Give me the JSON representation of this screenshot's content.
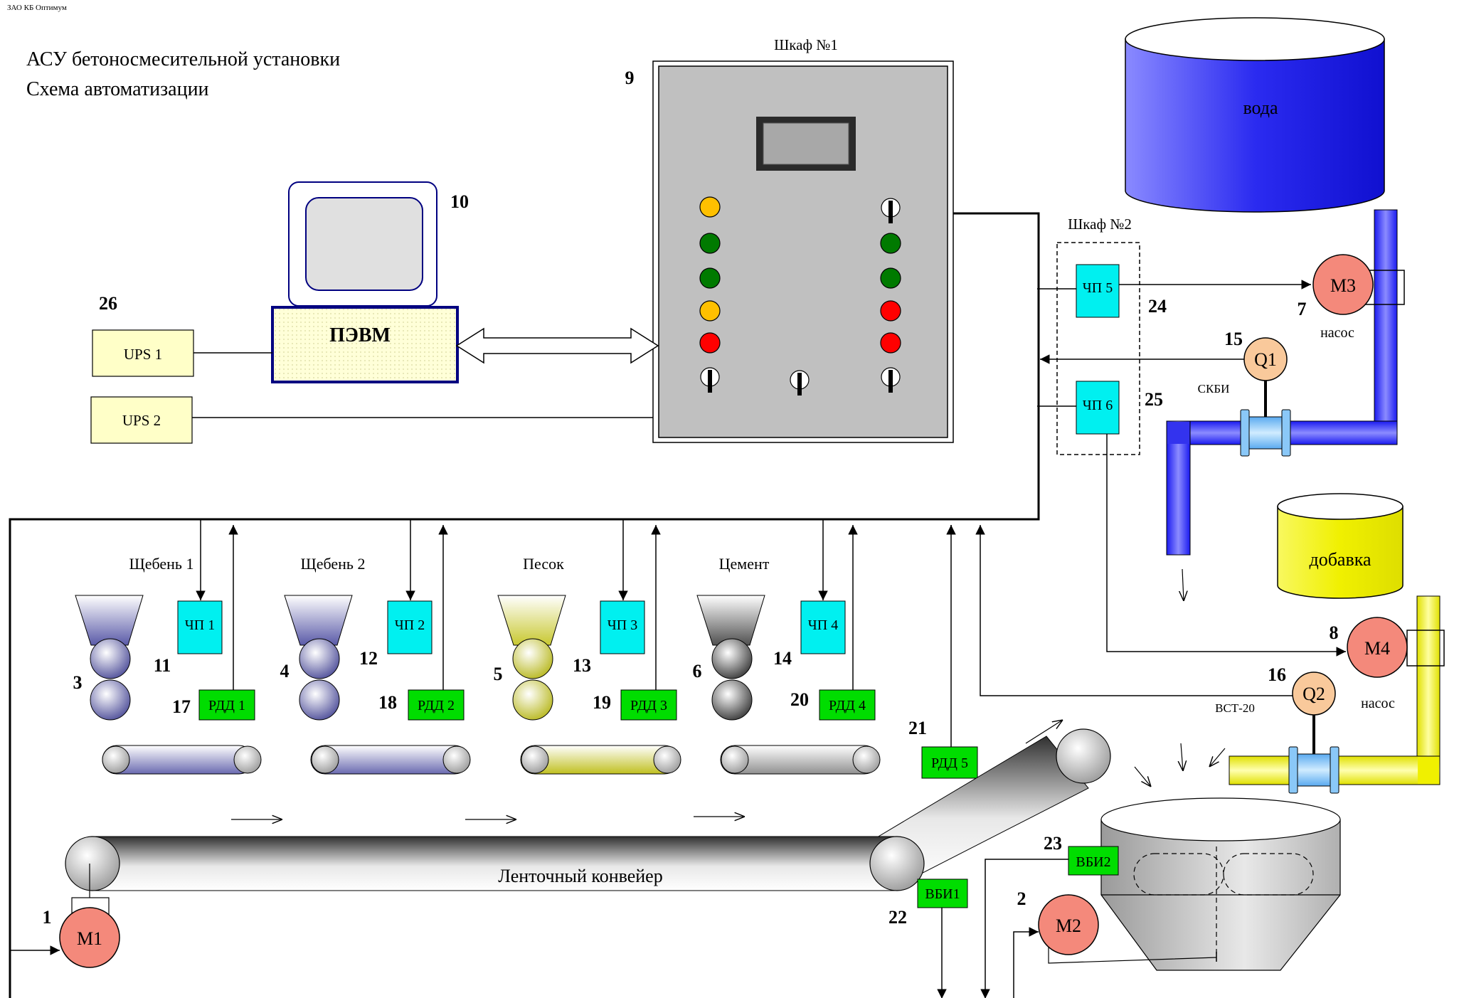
{
  "company": "ЗАО КБ Оптимум",
  "title_line1": "АСУ бетоносмесительной установки",
  "title_line2": "Схема автоматизации",
  "cabinet1": {
    "label": "Шкаф №1",
    "number": "9"
  },
  "cabinet2": {
    "label": "Шкаф №2"
  },
  "pc": {
    "label": "ПЭВМ",
    "number": "10"
  },
  "ups": {
    "number": "26",
    "ups1": "UPS 1",
    "ups2": "UPS 2"
  },
  "tanks": {
    "water": "вода",
    "additive": "добавка"
  },
  "motors": {
    "m1": {
      "label": "М1",
      "number": "1"
    },
    "m2": {
      "label": "М2",
      "number": "2"
    },
    "m3": {
      "label": "М3",
      "number": "7",
      "caption": "насос"
    },
    "m4": {
      "label": "М4",
      "number": "8",
      "caption": "насос"
    }
  },
  "flowmeters": {
    "q1": {
      "label": "Q1",
      "number": "15",
      "caption": "СКБИ"
    },
    "q2": {
      "label": "Q2",
      "number": "16",
      "caption": "ВСТ-20"
    }
  },
  "drives": {
    "chp1": "ЧП 1",
    "chp2": "ЧП 2",
    "chp3": "ЧП 3",
    "chp4": "ЧП 4",
    "chp5": "ЧП 5",
    "chp6": "ЧП 6",
    "n24": "24",
    "n25": "25"
  },
  "sensors": {
    "rdd1": "РДД 1",
    "rdd2": "РДД 2",
    "rdd3": "РДД 3",
    "rdd4": "РДД 4",
    "rdd5": "РДД 5",
    "vbi1": "ВБИ1",
    "vbi2": "ВБИ2",
    "n17": "17",
    "n18": "18",
    "n19": "19",
    "n20": "20",
    "n21": "21",
    "n22": "22",
    "n23": "23"
  },
  "hoppers": [
    {
      "label": "Щебень 1",
      "number": "3",
      "feeder": "11"
    },
    {
      "label": "Щебень 2",
      "number": "4",
      "feeder": "12"
    },
    {
      "label": "Песок",
      "number": "5",
      "feeder": "13"
    },
    {
      "label": "Цемент",
      "number": "6",
      "feeder": "14"
    }
  ],
  "conveyor": "Ленточный конвейер",
  "colors": {
    "water": "#3a3aee",
    "additive": "#f4f400",
    "motor": "#f4897b",
    "flowmeter": "#f9c99b",
    "drive": "#00f0f0",
    "sensor": "#00dd00",
    "ups": "#ffffc8",
    "cabinet": "#c0c0c0",
    "lamp_yellow": "#ffc000",
    "lamp_green": "#007a00",
    "lamp_red": "#ff0000"
  }
}
